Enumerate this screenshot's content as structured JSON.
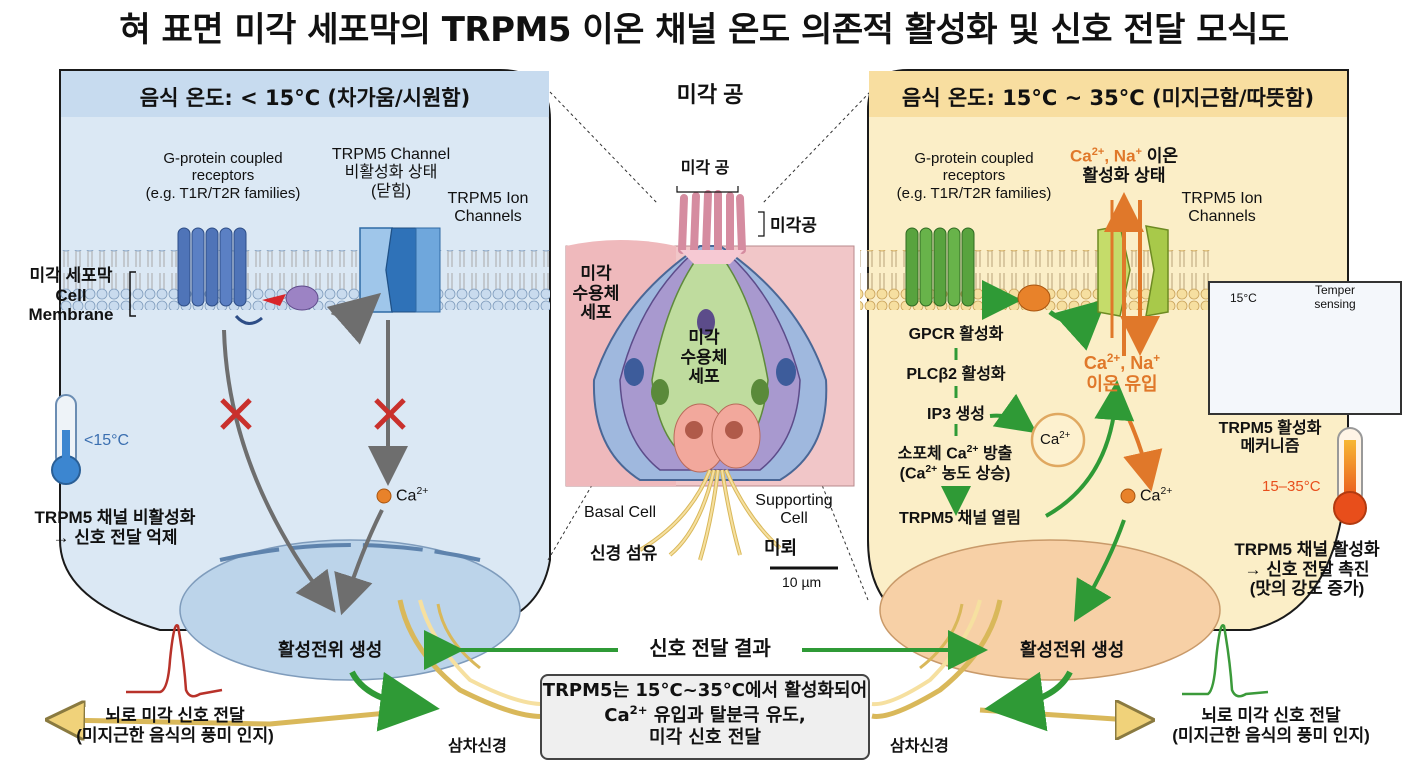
{
  "title": "혀 표면 미각 세포막의 TRPM5 이온 채널 온도 의존적 활성화 및 신호 전달 모식도",
  "left_panel": {
    "header": "음식 온도: < 15°C (차가움/시원함)",
    "gpcr_label_1": "G-protein coupled",
    "gpcr_label_2": "receptors",
    "gpcr_label_3": "(e.g. T1R/T2R families)",
    "trpm5_channel_1": "TRPM5 Channel",
    "trpm5_channel_2": "비활성화 상태",
    "trpm5_channel_3": "(닫힘)",
    "trpm5_ion_1": "TRPM5 Ion",
    "trpm5_ion_2": "Channels",
    "membrane_1": "미각 세포막",
    "membrane_2": "Cell",
    "membrane_3": "Membrane",
    "ca": "Ca",
    "temp": "<15°C",
    "result_1": "TRPM5 채널 비활성화",
    "result_2": "→ 신호 전달 억제",
    "action_potential": "활성전위 생성",
    "brain_1": "뇌로 미각 신호 전달",
    "brain_2": "(미지근한 음식의 풍미 인지)",
    "nerve": "삼차신경"
  },
  "center": {
    "header": "미각 공",
    "pore_top": "미각 공",
    "pore_side": "미각공",
    "receptor_left_1": "미각",
    "receptor_left_2": "수용체",
    "receptor_left_3": "세포",
    "receptor_mid_1": "미각",
    "receptor_mid_2": "수용체",
    "receptor_mid_3": "세포",
    "basal": "Basal Cell",
    "supporting_1": "Supporting",
    "supporting_2": "Cell",
    "nerve_fiber": "신경 섬유",
    "mirror": "미뢰",
    "scale": "10 µm",
    "signal_result": "신호 전달 결과"
  },
  "right_panel": {
    "header": "음식 온도: 15°C ~ 35°C (미지근함/따뜻함)",
    "gpcr_label_1": "G-protein coupled",
    "gpcr_label_2": "receptors",
    "gpcr_label_3": "(e.g. T1R/T2R families)",
    "ion_top_1": "Ca",
    "ion_top_2": ", Na",
    "ion_top_3": " 이온",
    "ion_top_4": "활성화 상태",
    "trpm5_ion_1": "TRPM5 Ion",
    "trpm5_ion_2": "Channels",
    "step1": "GPCR 활성화",
    "step2": "PLCβ2 활성화",
    "step3": "IP3 생성",
    "step4a": "소포체 Ca",
    "step4b": " 방출",
    "step5a": "(Ca",
    "step5b": " 농도 상승)",
    "step6": "TRPM5 채널 열림",
    "ca_circle": "Ca",
    "influx_1": "Ca",
    "influx_2": ", Na",
    "influx_3": "이온 유입",
    "ca": "Ca",
    "inset_temp": "15°C",
    "inset_sense_1": "Temper",
    "inset_sense_2": "sensing",
    "mechanism_1": "TRPM5 활성화",
    "mechanism_2": "메커니즘",
    "temp": "15–35°C",
    "result_1": "TRPM5 채널 활성화",
    "result_2": "→ 신호 전달 촉진",
    "result_3": "(맛의 강도 증가)",
    "action_potential": "활성전위 생성",
    "brain_1": "뇌로 미각 신호 전달",
    "brain_2": "(미지근한 음식의 풍미 인지)",
    "nerve": "삼차신경"
  },
  "summary": {
    "line1": "TRPM5는 15°C~35°C에서 활성화되어",
    "line2a": "Ca",
    "line2b": " 유입과 탈분극 유도,",
    "line3": "미각 신호 전달"
  },
  "superscripts": {
    "two_plus": "2+",
    "plus": "+"
  },
  "colors": {
    "left_bg": "#dbe8f4",
    "right_bg": "#fbeec7",
    "gpcr_blue": "#4f74b8",
    "trpm5_blue": "#3d83c4",
    "gpcr_green": "#58a33e",
    "trpm5_green": "#a8c94a",
    "ion_orange": "#e8822a",
    "arrow_green": "#2f9a36",
    "cross_red": "#c9302c",
    "ap_red": "#b8322a",
    "ap_green": "#3b9a3a"
  }
}
